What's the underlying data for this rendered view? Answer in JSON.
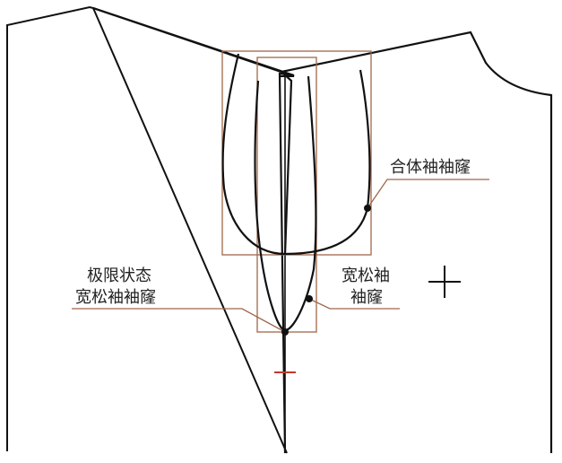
{
  "labels": {
    "fitted": "合体袖袖窿",
    "loose_line1": "宽松袖",
    "loose_line2": "袖窿",
    "limit_line1": "极限状态",
    "limit_line2": "宽松袖袖窿"
  },
  "colors": {
    "outline": "#111111",
    "box": "#a0664a",
    "leader": "#a0664a",
    "marker": "#c0392b"
  },
  "icons": {
    "crosshair": "plus-crosshair"
  }
}
